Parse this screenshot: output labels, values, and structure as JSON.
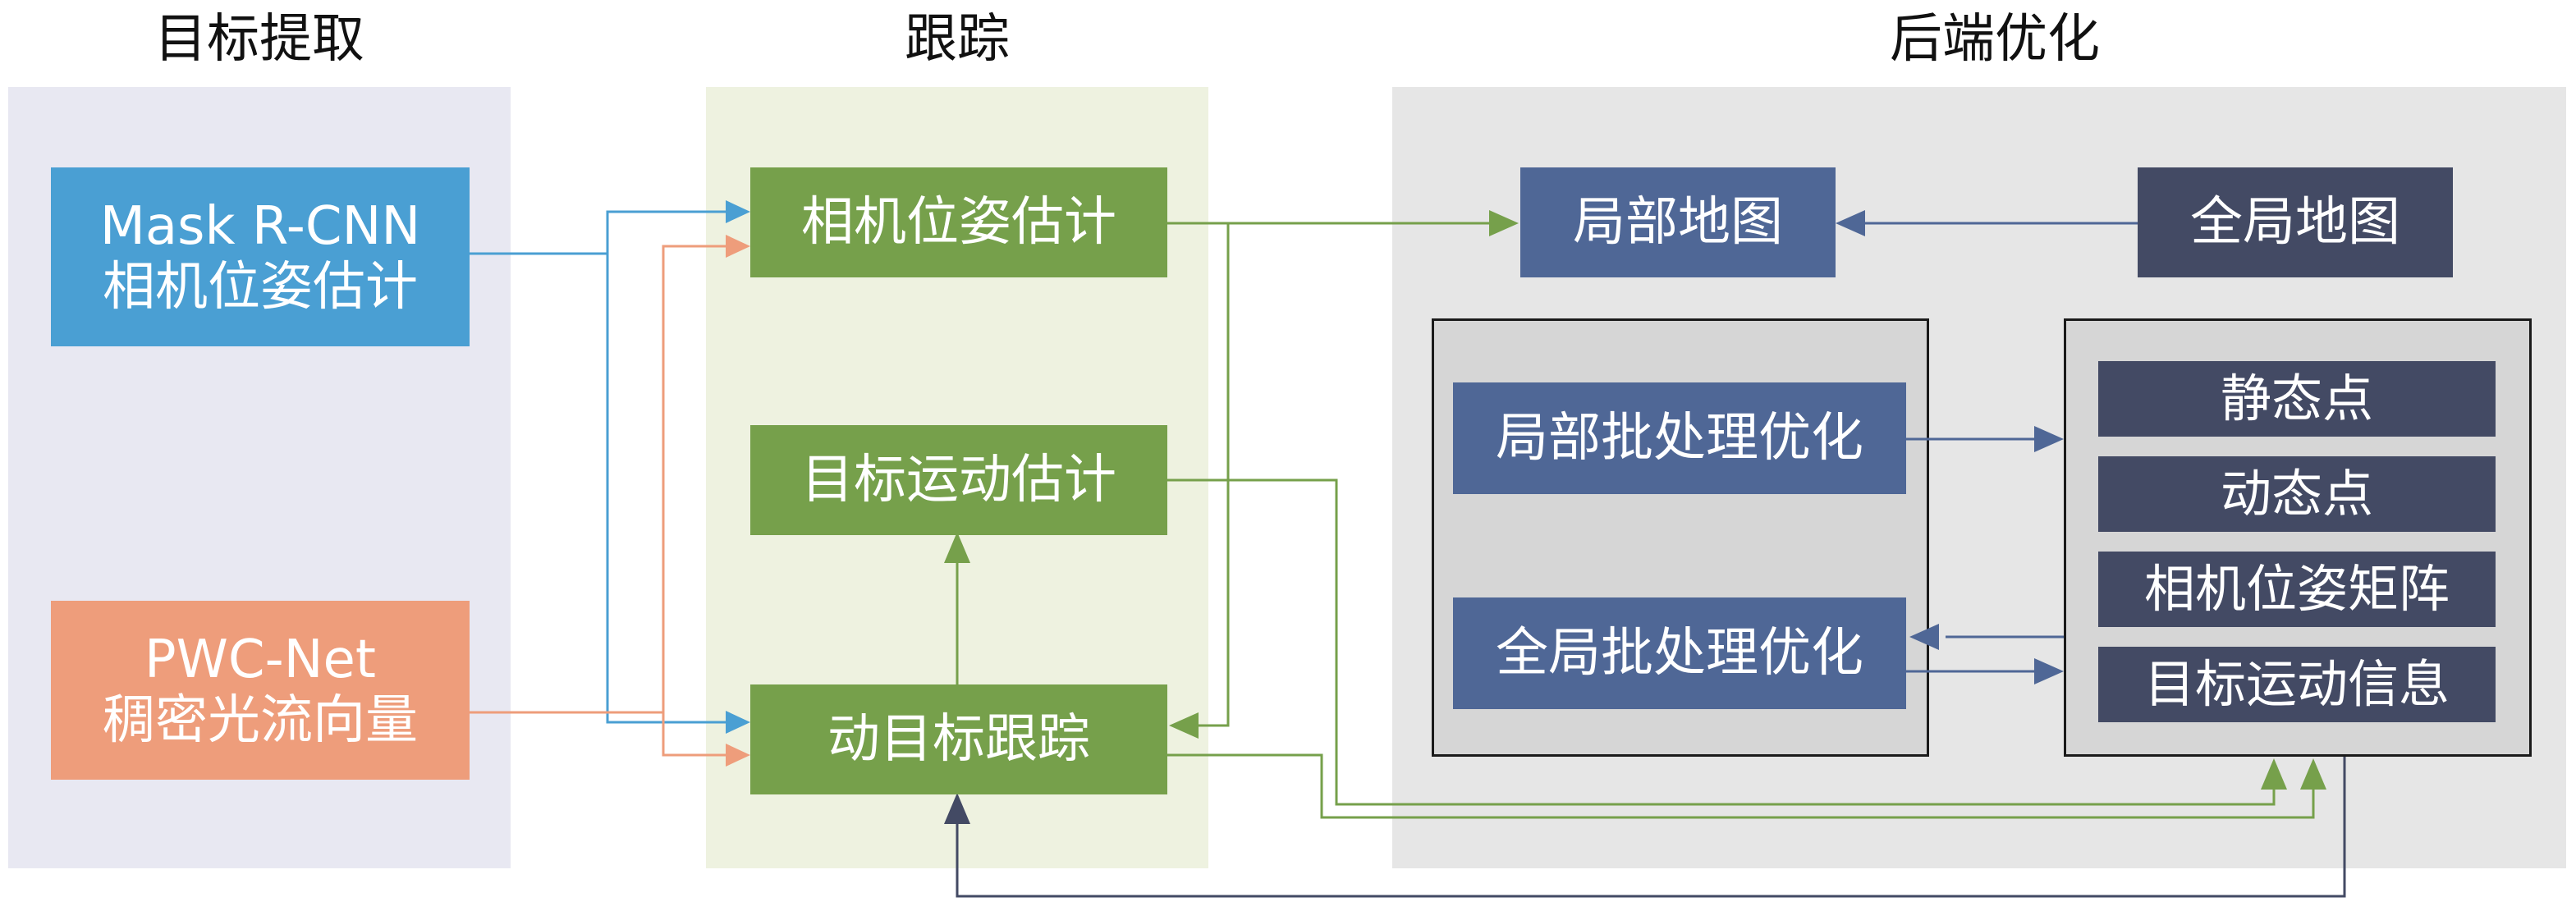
{
  "sections": {
    "extraction": "目标提取",
    "tracking": "跟踪",
    "backend": "后端优化"
  },
  "nodes": {
    "maskrcnn": {
      "line1": "Mask R-CNN",
      "line2": "相机位姿估计"
    },
    "pwcnet": {
      "line1": "PWC-Net",
      "line2": "稠密光流向量"
    },
    "camera_pose": "相机位姿估计",
    "object_motion": "目标运动估计",
    "dynamic_tracking": "动目标跟踪",
    "local_map": "局部地图",
    "global_map": "全局地图",
    "local_ba": "局部批处理优化",
    "global_ba": "全局批处理优化",
    "static_points": "静态点",
    "dynamic_points": "动态点",
    "camera_pose_matrix": "相机位姿矩阵",
    "object_motion_info": "目标运动信息"
  },
  "colors": {
    "maskrcnn_link": "#4a9fd3",
    "pwcnet_link": "#ee9d7b",
    "tracking_link": "#76a04b",
    "backend_link": "#4f6796",
    "return_link": "#434a64"
  }
}
